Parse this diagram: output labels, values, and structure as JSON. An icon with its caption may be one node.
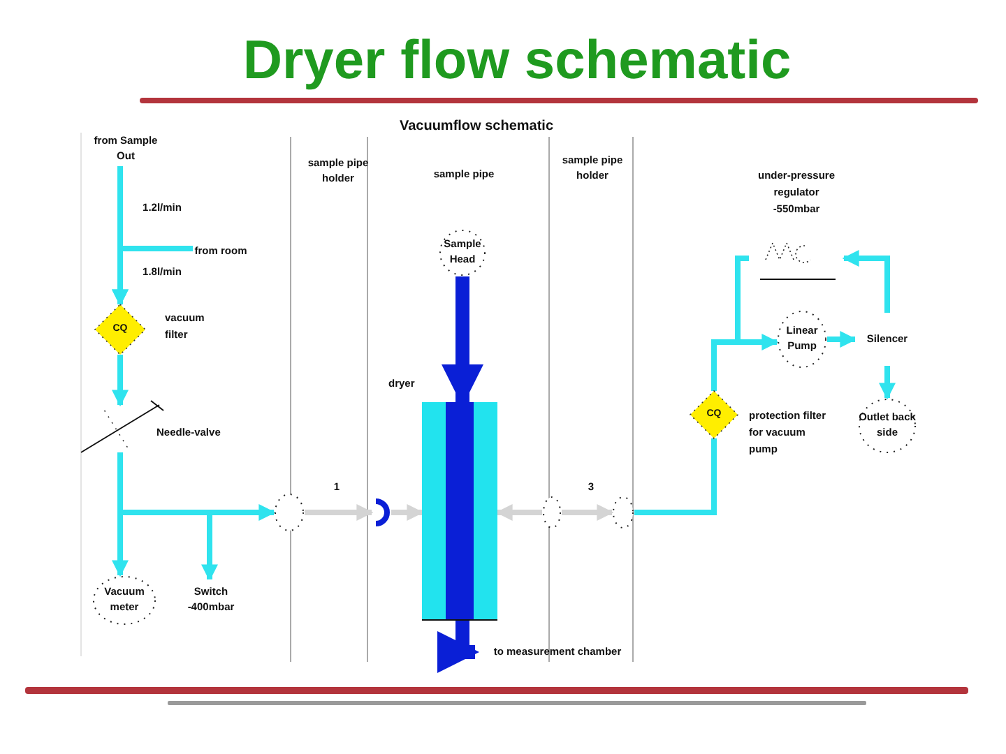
{
  "diagram": {
    "title": "Dryer flow schematic",
    "nodes": [
      {
        "text": [
          "from Sample Out"
        ]
      },
      {
        "text": [
          "from room"
        ]
      },
      {
        "text": [
          "CQ"
        ],
        "beside": [
          "vacuum filter"
        ]
      },
      {
        "text": [],
        "shape": "valve",
        "beside": [
          "Needle-valve"
        ]
      },
      {
        "text": [
          "Vacuum meter"
        ]
      },
      {
        "text": [
          "Switch -400mbar"
        ]
      },
      {
        "text": [],
        "shape": "circle"
      },
      {
        "text": [],
        "shape": "arc"
      },
      {
        "text": [
          "Sample Head"
        ]
      },
      {
        "text": [
          "dryer"
        ]
      },
      {
        "text": [],
        "shape": "circle"
      },
      {
        "text": [],
        "shape": "circle"
      },
      {
        "text": [
          "to measurement chamber"
        ]
      },
      {
        "text": [
          "under-pressure regulator -550mbar"
        ]
      },
      {
        "text": [
          "Linear Pump"
        ]
      },
      {
        "text": [
          "Silencer"
        ]
      },
      {
        "text": [
          "Outlet back side"
        ]
      },
      {
        "text": [
          "CQ"
        ],
        "beside": [
          "protection filter for vacuum pump"
        ]
      }
    ],
    "edges": [
      {
        "from": 0,
        "to": 2,
        "arrow": "to"
      },
      {
        "from": 1,
        "to": 2,
        "arrow": "to"
      },
      {
        "from": 2,
        "to": 3,
        "arrow": "to"
      },
      {
        "from": 3,
        "to": 4,
        "arrow": "to"
      },
      {
        "from": 3,
        "to": 5,
        "arrow": "to"
      },
      {
        "from": 3,
        "to": 6,
        "arrow": "to"
      },
      {
        "from": 6,
        "to": 7,
        "arrow": "to",
        "color": "#d4d4d4"
      },
      {
        "from": 7,
        "to": 9,
        "arrow": "to",
        "color": "#d4d4d4"
      },
      {
        "from": 8,
        "to": 9,
        "arrow": "to",
        "style": "thick",
        "color": "#0a1fd6"
      },
      {
        "from": 9,
        "to": 12,
        "arrow": "to",
        "style": "thick",
        "color": "#0a1fd6"
      },
      {
        "from": 10,
        "to": 9,
        "arrow": "to",
        "color": "#d4d4d4"
      },
      {
        "from": 10,
        "to": 11,
        "arrow": "to",
        "color": "#d4d4d4"
      },
      {
        "from": 11,
        "to": 17,
        "arrow": "none"
      },
      {
        "from": 17,
        "to": 14,
        "arrow": "to"
      },
      {
        "from": 17,
        "to": 13,
        "arrow": "none"
      },
      {
        "from": 15,
        "to": 13,
        "arrow": "to"
      },
      {
        "from": 14,
        "to": 15,
        "arrow": "to"
      },
      {
        "from": 15,
        "to": 16,
        "arrow": "to"
      }
    ],
    "labels": [
      "Vacuumflow schematic",
      "sample pipe holder",
      "sample pipe",
      "sample pipe holder",
      "1.2l/min",
      "1.8l/min",
      "1",
      "3"
    ]
  }
}
